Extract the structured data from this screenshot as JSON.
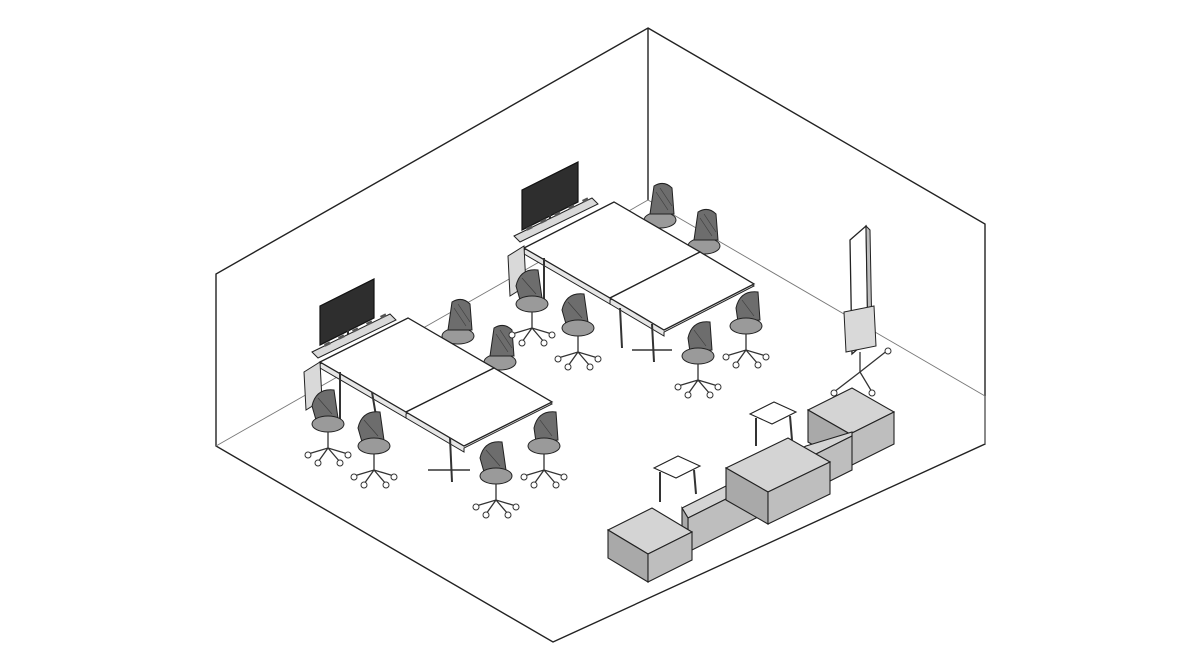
{
  "scene": {
    "view": "isometric",
    "room": {
      "walls": [
        "back-left",
        "back-right"
      ],
      "floor": true
    },
    "zones": [
      {
        "id": "left-collaboration-table",
        "tables": 2,
        "chairs": 6,
        "display_screens": 1,
        "power_rail": true
      },
      {
        "id": "right-collaboration-table",
        "tables": 2,
        "chairs": 6,
        "display_screens": 1,
        "power_rail": true
      },
      {
        "id": "lounge",
        "sofa_modules": 3,
        "side_tables": 2
      },
      {
        "id": "mobile-whiteboard",
        "whiteboards": 1,
        "casters": true
      }
    ],
    "colors": {
      "line": "#222222",
      "screen": "#2e2e2e",
      "chair_mesh": "#6d6d6d",
      "sofa": "#bebebe",
      "background": "#ffffff"
    }
  }
}
